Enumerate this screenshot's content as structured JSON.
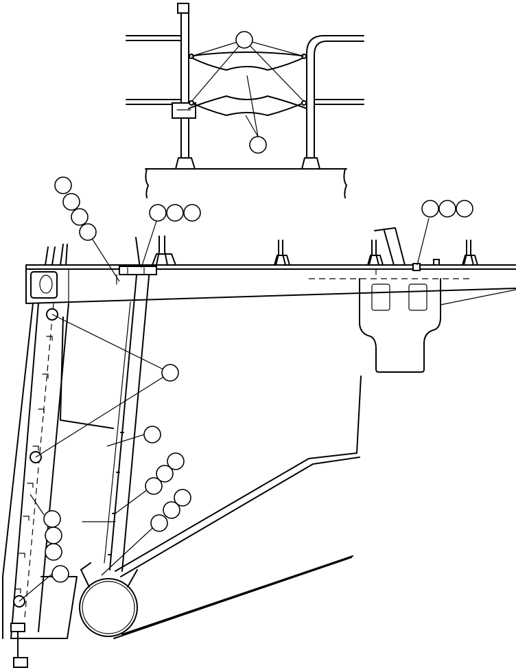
{
  "drawing": {
    "description_label": "",
    "callouts": [
      {
        "id": "c-top-1",
        "label": ""
      },
      {
        "id": "c-top-2",
        "label": ""
      },
      {
        "id": "c-left-1",
        "label": ""
      },
      {
        "id": "c-left-2",
        "label": ""
      },
      {
        "id": "c-left-3",
        "label": ""
      },
      {
        "id": "c-left-4",
        "label": ""
      },
      {
        "id": "c-mid-1",
        "label": ""
      },
      {
        "id": "c-mid-2",
        "label": ""
      },
      {
        "id": "c-mid-3",
        "label": ""
      },
      {
        "id": "c-right-1",
        "label": ""
      },
      {
        "id": "c-right-2",
        "label": ""
      },
      {
        "id": "c-right-3",
        "label": ""
      },
      {
        "id": "c-body-1",
        "label": ""
      },
      {
        "id": "c-body-2",
        "label": ""
      },
      {
        "id": "c-body-3",
        "label": ""
      },
      {
        "id": "c-body-4",
        "label": ""
      },
      {
        "id": "c-body-5",
        "label": ""
      },
      {
        "id": "c-body-6",
        "label": ""
      },
      {
        "id": "c-body-7",
        "label": ""
      },
      {
        "id": "c-body-8",
        "label": ""
      },
      {
        "id": "c-low-1",
        "label": ""
      },
      {
        "id": "c-low-2",
        "label": ""
      },
      {
        "id": "c-low-3",
        "label": ""
      },
      {
        "id": "c-low-4",
        "label": ""
      }
    ]
  }
}
